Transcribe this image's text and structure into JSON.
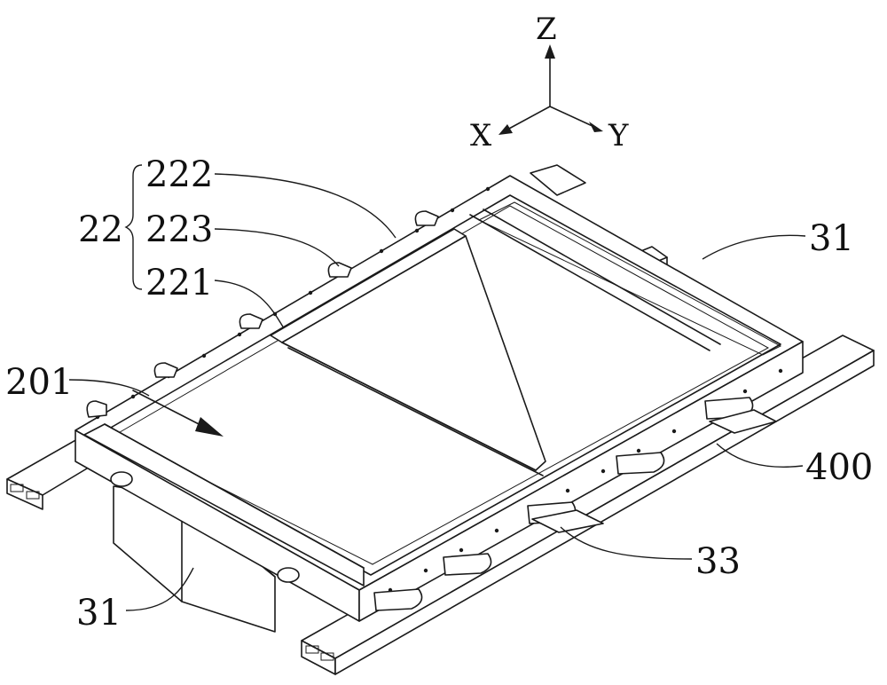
{
  "axes": {
    "z": "Z",
    "x": "X",
    "y": "Y"
  },
  "labels": {
    "group": "22",
    "l222": "222",
    "l223": "223",
    "l221": "221",
    "l201": "201",
    "l31_top": "31",
    "l400": "400",
    "l33": "33",
    "l31_bottom": "31"
  }
}
